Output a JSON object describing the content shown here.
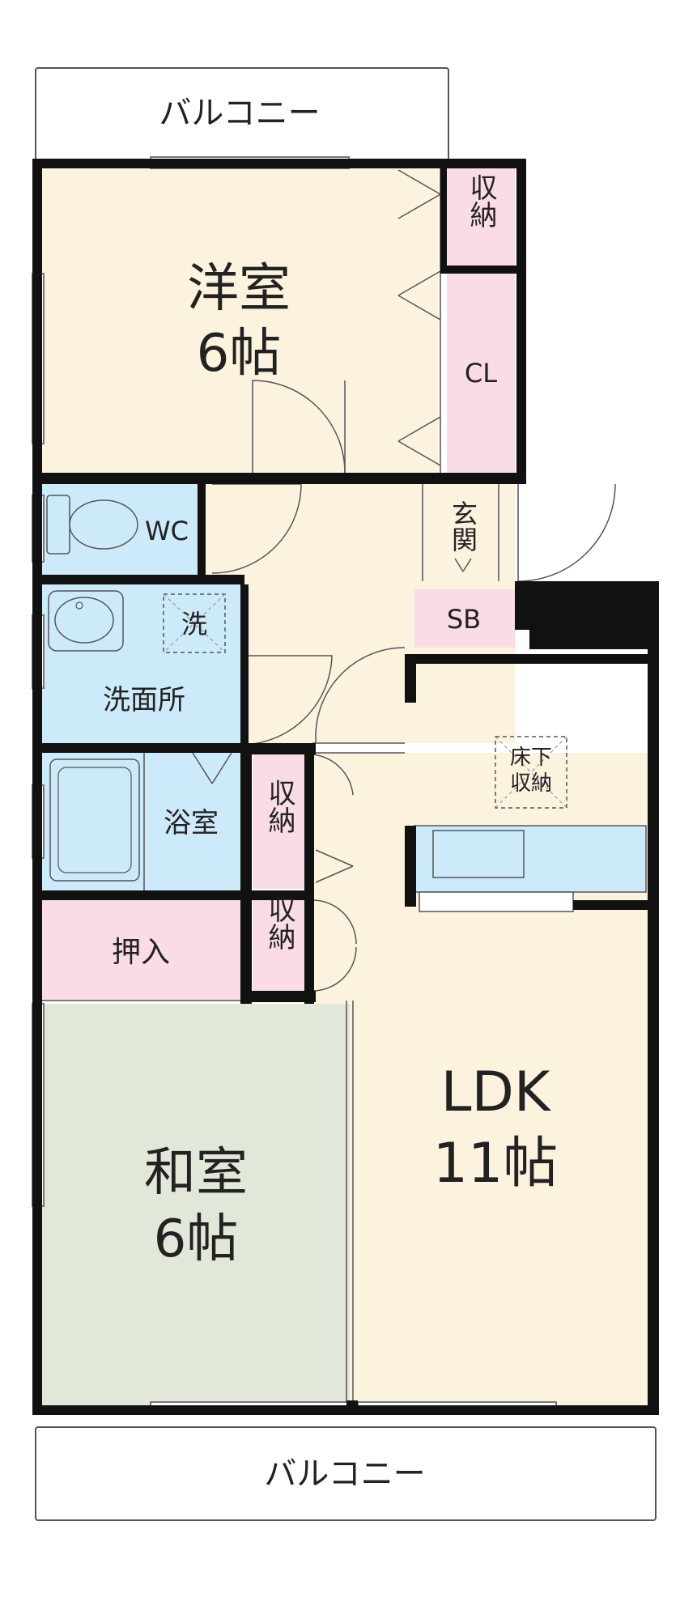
{
  "floorplan": {
    "balcony_top": "バルコニー",
    "balcony_bottom": "バルコニー",
    "western_room": {
      "name": "洋室",
      "size": "6帖"
    },
    "storage_top": "収納",
    "closet": "CL",
    "entrance": "玄関",
    "shoe_box": "SB",
    "toilet": "WC",
    "washer": "洗",
    "washroom": "洗面所",
    "bathroom": "浴室",
    "storage_mid": "収納",
    "storage_low": "収納",
    "oshiire": "押入",
    "underfloor_storage": "床下収納",
    "japanese_room": {
      "name": "和室",
      "size": "6帖"
    },
    "ldk": {
      "name": "LDK",
      "size": "11帖"
    },
    "colors": {
      "wood_floor": "#fcf3df",
      "storage": "#f9dce6",
      "wet_area": "#cdeafa",
      "tatami": "#e2e8d9",
      "wall": "#111111"
    }
  }
}
